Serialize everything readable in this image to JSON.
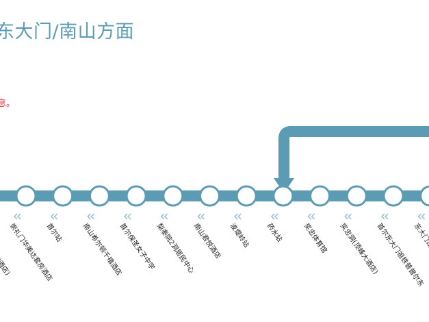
{
  "route": {
    "direction_title": "东大门/南山方面",
    "notice": "息。",
    "line_color": "#5b9cb4",
    "direction_arrow_icon": "double-chevron-left-icon",
    "stops": [
      {
        "name": "崇礼门华美达套房酒店",
        "partial_prefix": "市酒店)"
      },
      {
        "name": "首尔站"
      },
      {
        "name": "南山希尔顿千禧酒店"
      },
      {
        "name": "首尔保圣女子中学"
      },
      {
        "name": "梨泰院2洞居民中心"
      },
      {
        "name": "南山君悦酒店"
      },
      {
        "name": "波堤岭站"
      },
      {
        "name": "药水站"
      },
      {
        "name": "奖忠体育馆"
      },
      {
        "name": "奖忠洞(顶峰大酒店)"
      },
      {
        "name": "首尔东大门祖铁普普尔东"
      },
      {
        "name": "东大门设"
      }
    ]
  }
}
